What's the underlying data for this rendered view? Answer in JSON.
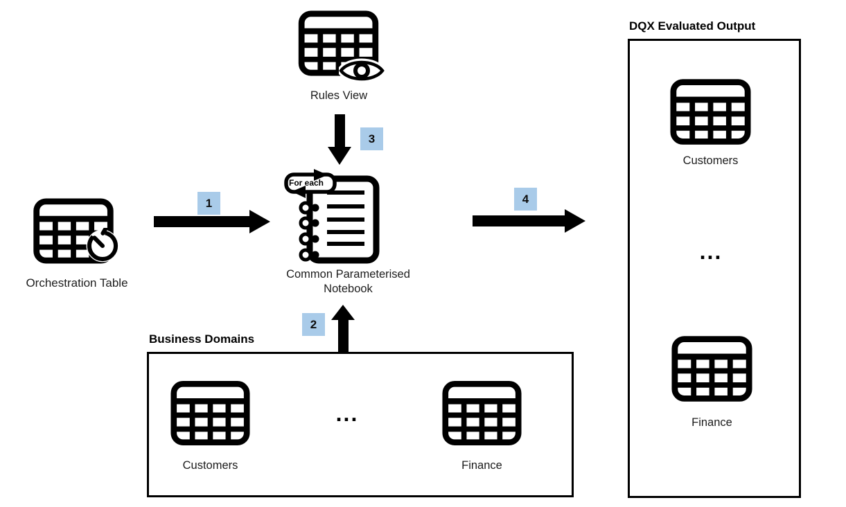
{
  "diagram": {
    "rules_view": {
      "label": "Rules View"
    },
    "orchestration": {
      "label": "Orchestration Table"
    },
    "notebook": {
      "label": "Common Parameterised Notebook",
      "loop_label": "For each"
    },
    "business_domains": {
      "title": "Business Domains",
      "items": [
        {
          "label": "Customers"
        },
        {
          "label": "Finance"
        }
      ],
      "ellipsis": "..."
    },
    "output": {
      "title": "DQX Evaluated Output",
      "items": [
        {
          "label": "Customers"
        },
        {
          "label": "Finance"
        }
      ],
      "ellipsis": "..."
    },
    "arrows": [
      {
        "badge": "1"
      },
      {
        "badge": "2"
      },
      {
        "badge": "3"
      },
      {
        "badge": "4"
      }
    ],
    "colors": {
      "badge_bg": "#a9cbe9",
      "line": "#000000"
    }
  }
}
